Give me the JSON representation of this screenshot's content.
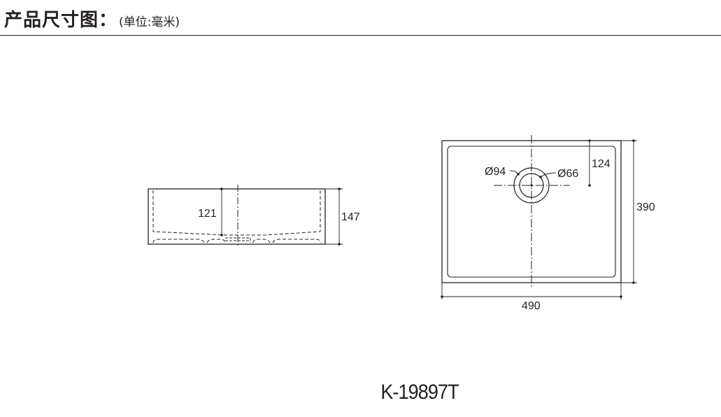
{
  "header": {
    "title": "产品尺寸图：",
    "unit_note": "(单位:毫米)"
  },
  "side_view": {
    "depth_inner_label": "121",
    "height_label": "147"
  },
  "top_view": {
    "drain_outer_label": "Ø94",
    "drain_inner_label": "Ø66",
    "drain_offset_label": "124",
    "depth_label": "390",
    "width_label": "490"
  },
  "model": {
    "number": "K-19897T"
  },
  "colors": {
    "line": "#231f20",
    "background": "#ffffff"
  }
}
